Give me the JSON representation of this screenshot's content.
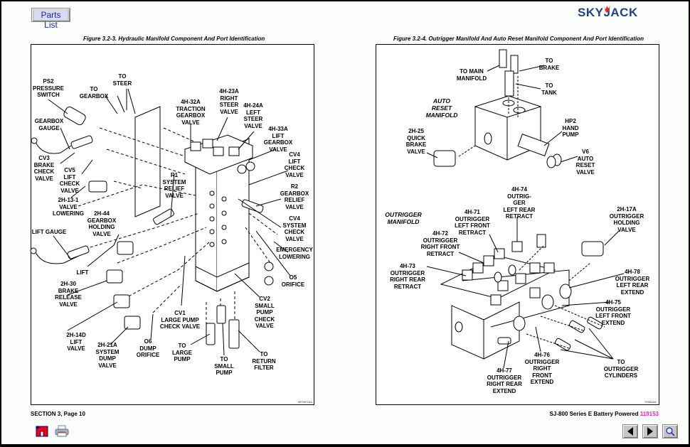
{
  "toolbar": {
    "parts_list_label": "Parts List"
  },
  "brand": {
    "logo_text": "SKYJACK",
    "logo_color": "#1f3f8f",
    "accent_color": "#e0282a"
  },
  "figure_left": {
    "title": "Figure 3.2-3.  Hydraulic Manifold Component And Port Identification",
    "id": "MF0307AA",
    "labels": {
      "ps2": [
        "PS2",
        "PRESSURE",
        "SWITCH"
      ],
      "to_gearbox": [
        "TO",
        "GEARBOX"
      ],
      "to_steer": [
        "TO",
        "STEER"
      ],
      "gearbox_gauge": [
        "GEARBOX",
        "GAUGE"
      ],
      "cv3": [
        "CV3",
        "BRAKE",
        "CHECK",
        "VALVE"
      ],
      "cv5": [
        "CV5",
        "LIFT",
        "CHECK",
        "VALVE"
      ],
      "h13": [
        "2H-13-1",
        "VALVE",
        "LOWERING"
      ],
      "lift_gauge": [
        "LIFT GAUGE"
      ],
      "h44": [
        "2H-44",
        "GEARBOX",
        "HOLDING",
        "VALVE"
      ],
      "lift": [
        "LIFT"
      ],
      "h30": [
        "2H-30",
        "BRAKE",
        "RELEASE",
        "VALVE"
      ],
      "h14d": [
        "2H-14D",
        "LIFT",
        "VALVE"
      ],
      "h21a": [
        "2H-21A",
        "SYSTEM",
        "DUMP",
        "VALVE"
      ],
      "o6": [
        "O6",
        "DUMP",
        "ORIFICE"
      ],
      "h32a": [
        "4H-32A",
        "TRACTION",
        "GEARBOX",
        "VALVE"
      ],
      "h23a": [
        "4H-23A",
        "RIGHT",
        "STEER",
        "VALVE"
      ],
      "h24a": [
        "4H-24A",
        "LEFT",
        "STEER",
        "VALVE"
      ],
      "h33a": [
        "4H-33A",
        "LIFT",
        "GEARBOX",
        "VALVE"
      ],
      "cv4_lift": [
        "CV4",
        "LIFT",
        "CHECK",
        "VALVE"
      ],
      "r1": [
        "R1",
        "SYSTEM",
        "RELIEF",
        "VALVE"
      ],
      "r2": [
        "R2",
        "GEARBOX",
        "RELIEF",
        "VALVE"
      ],
      "cv4_sys": [
        "CV4",
        "SYSTEM",
        "CHECK",
        "VALVE"
      ],
      "emergency": [
        "EMERGENCY",
        "LOWERING"
      ],
      "o5": [
        "O5",
        "ORIFICE"
      ],
      "cv2": [
        "CV2",
        "SMALL",
        "PUMP",
        "CHECK",
        "VALVE"
      ],
      "cv1": [
        "CV1",
        "LARGE PUMP",
        "CHECK VALVE"
      ],
      "to_large_pump": [
        "TO",
        "LARGE",
        "PUMP"
      ],
      "to_small_pump": [
        "TO",
        "SMALL",
        "PUMP"
      ],
      "to_return_filter": [
        "TO",
        "RETURN",
        "FILTER"
      ]
    }
  },
  "figure_right": {
    "title": "Figure 3.2-4.  Outrigger Manifold And Auto Reset Manifold Component And Port Identification",
    "id": "T0363AA",
    "labels": {
      "to_main": [
        "TO MAIN",
        "MANIFOLD"
      ],
      "to_brake": [
        "TO",
        "BRAKE"
      ],
      "to_tank": [
        "TO",
        "TANK"
      ],
      "auto_reset": [
        "AUTO",
        "RESET",
        "MANIFOLD"
      ],
      "h25": [
        "2H-25",
        "QUICK",
        "BRAKE",
        "VALVE"
      ],
      "hp2": [
        "HP2",
        "HAND",
        "PUMP"
      ],
      "v6": [
        "V6",
        "AUTO",
        "RESET",
        "VALVE"
      ],
      "outrigger_manifold": [
        "OUTRIGGER",
        "MANIFOLD"
      ],
      "h74": [
        "4H-74",
        "OUTRIG-",
        "GER",
        "LEFT REAR",
        "RETRACT"
      ],
      "h71": [
        "4H-71",
        "OUTRIGGER",
        "LEFT FRONT",
        "RETRACT"
      ],
      "h72": [
        "4H-72",
        "OUTRIGGER",
        "RIGHT FRONT",
        "RETRACT"
      ],
      "h73": [
        "4H-73",
        "OUTRIGGER",
        "RIGHT REAR",
        "RETRACT"
      ],
      "h17a": [
        "2H-17A",
        "OUTRIGGER",
        "HOLDING",
        "VALVE"
      ],
      "h78": [
        "4H-78",
        "OUTRIGGER",
        "LEFT REAR",
        "EXTEND"
      ],
      "h75": [
        "4H-75",
        "OUTRIGGER",
        "LEFT FRONT",
        "EXTEND"
      ],
      "to_cyl": [
        "TO",
        "OUTRIGGER",
        "CYLINDERS"
      ],
      "h76": [
        "4H-76",
        "OUTRIGGER",
        "RIGHT",
        "FRONT",
        "EXTEND"
      ],
      "h77": [
        "4H-77",
        "OUTRIGGER",
        "RIGHT REAR",
        "EXTEND"
      ]
    }
  },
  "footer": {
    "section": "SECTION 3, Page 10",
    "model": "SJ-800 Series E Battery Powered",
    "doc_number": "119153",
    "doc_number_color": "#f020d0"
  },
  "nav_icons": [
    "home-icon",
    "print-icon",
    "previous-page-icon",
    "next-page-icon",
    "zoom-icon"
  ]
}
